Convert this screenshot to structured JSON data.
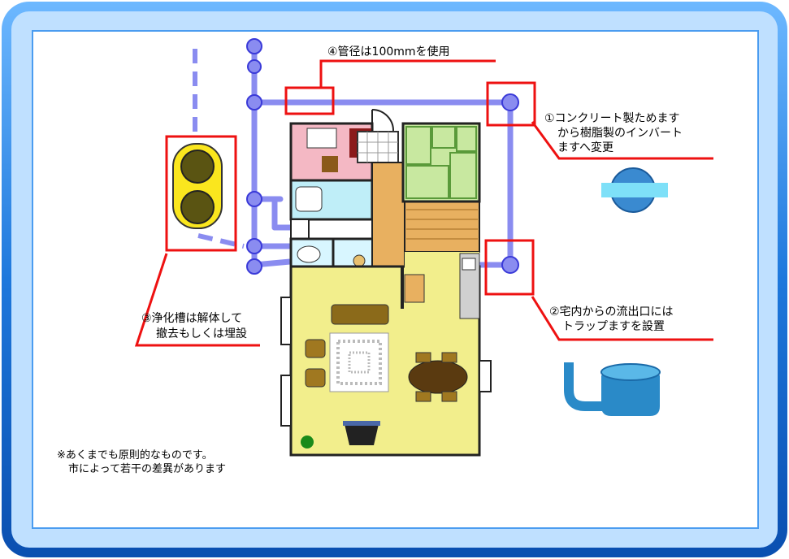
{
  "labels": {
    "pipe_diameter": "④管径は100mmを使用",
    "inspection_line1": "①コンクリート製ためます",
    "inspection_line2": "から樹脂製のインバート",
    "inspection_line3": "ますへ変更",
    "outlet_line1": "②宅内からの流出口には",
    "outlet_line2": "トラップますを設置",
    "septic_line1": "③浄化槽は解体して",
    "septic_line2": "撤去もしくは埋設",
    "note_line1": "※あくまでも原則的なものです。",
    "note_line2": "市によって若干の差異があります"
  },
  "colors": {
    "frame_blue": "#1e78dc",
    "pipe": "#8a8cf0",
    "pipe_node": "#3a3ad8",
    "highlight": "#ee1111",
    "floor": "#f2ee8c",
    "septic_tank": "#fae61e",
    "fixture": "#38a8e0"
  },
  "icons": [
    "resin-inlet-basin-icon",
    "trap-basin-icon",
    "septic-tank-icon",
    "house-floor-plan-icon"
  ]
}
